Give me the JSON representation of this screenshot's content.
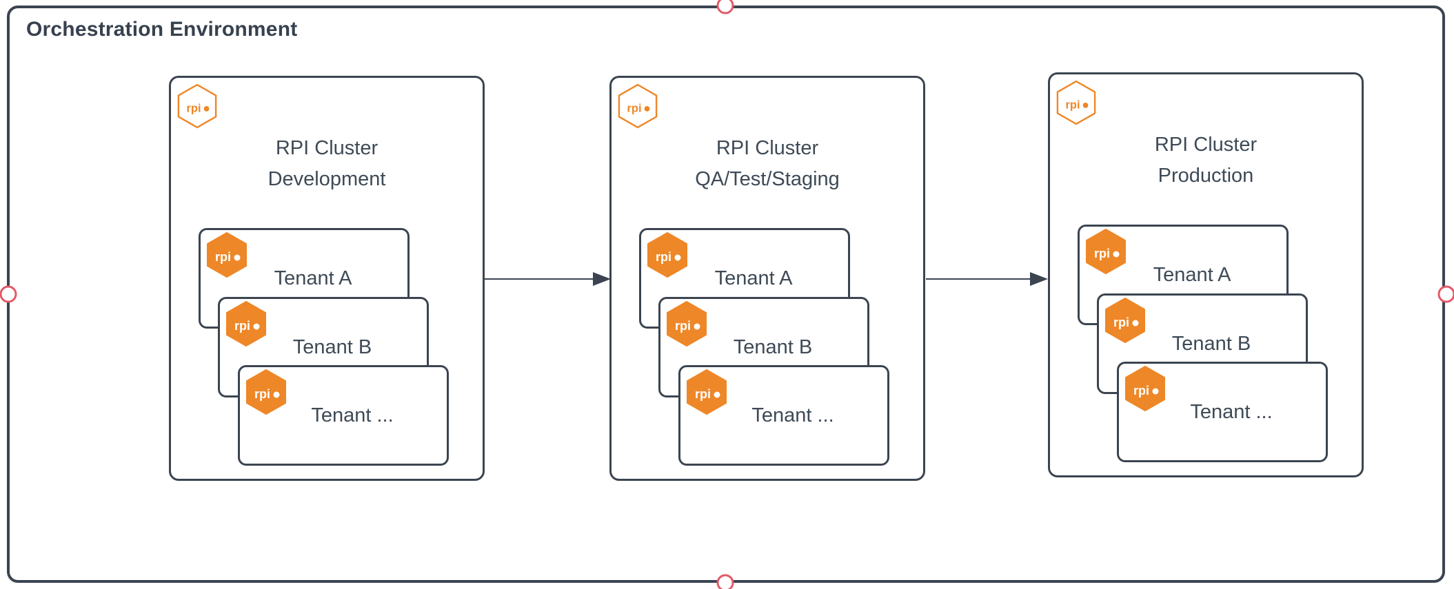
{
  "environment": {
    "title": "Orchestration Environment"
  },
  "logo": {
    "text": "rpi"
  },
  "clusters": [
    {
      "name": "Development",
      "title_line1": "RPI Cluster",
      "title_line2": "Development",
      "tenants": [
        {
          "label": "Tenant A"
        },
        {
          "label": "Tenant B"
        },
        {
          "label": "Tenant ..."
        }
      ]
    },
    {
      "name": "QA/Test/Staging",
      "title_line1": "RPI Cluster",
      "title_line2": "QA/Test/Staging",
      "tenants": [
        {
          "label": "Tenant A"
        },
        {
          "label": "Tenant B"
        },
        {
          "label": "Tenant ..."
        }
      ]
    },
    {
      "name": "Production",
      "title_line1": "RPI Cluster",
      "title_line2": "Production",
      "tenants": [
        {
          "label": "Tenant A"
        },
        {
          "label": "Tenant B"
        },
        {
          "label": "Tenant ..."
        }
      ]
    }
  ],
  "arrows": [
    {
      "from": "RPI Cluster Development",
      "to": "RPI Cluster QA/Test/Staging"
    },
    {
      "from": "RPI Cluster QA/Test/Staging",
      "to": "RPI Cluster Production"
    }
  ],
  "connection_points": [
    "top",
    "left",
    "right",
    "bottom"
  ],
  "colors": {
    "shape_border": "#3b4450",
    "text": "#3e4a56",
    "orange": "#ee8727",
    "connection_point_red": "#e25968",
    "background": "#ffffff"
  }
}
